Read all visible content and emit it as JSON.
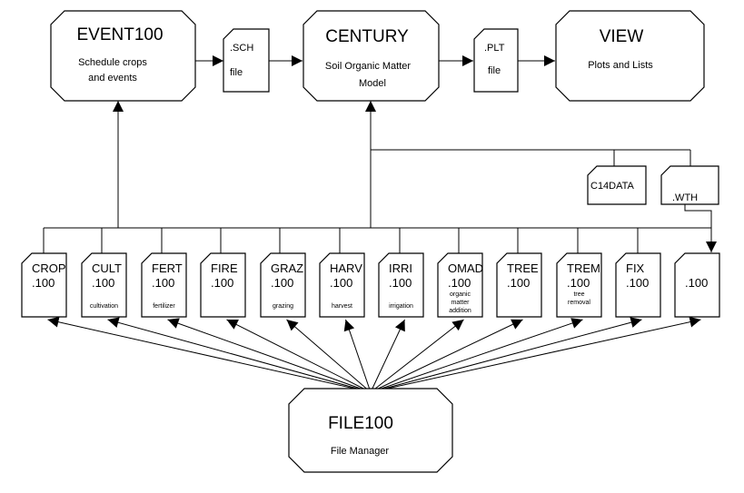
{
  "nodes": {
    "event100": {
      "title": "EVENT100",
      "line1": "Schedule crops",
      "line2": "and events"
    },
    "sch": {
      "name": ".SCH",
      "sub": "file"
    },
    "century": {
      "title": "CENTURY",
      "line1": "Soil Organic Matter",
      "line2": "Model"
    },
    "plt": {
      "name": ".PLT",
      "sub": "file"
    },
    "view": {
      "title": "VIEW",
      "line1": "Plots and Lists"
    },
    "c14data": {
      "name": "C14DATA"
    },
    "wth": {
      "name": ".WTH"
    },
    "file100": {
      "title": "FILE100",
      "line1": "File Manager"
    }
  },
  "files": [
    {
      "name": "CROP",
      "ext": ".100",
      "desc": []
    },
    {
      "name": "CULT",
      "ext": ".100",
      "desc": [
        "cultivation"
      ]
    },
    {
      "name": "FERT",
      "ext": ".100",
      "desc": [
        "fertilizer"
      ]
    },
    {
      "name": "FIRE",
      "ext": ".100",
      "desc": []
    },
    {
      "name": "GRAZ",
      "ext": ".100",
      "desc": [
        "grazing"
      ]
    },
    {
      "name": "HARV",
      "ext": ".100",
      "desc": [
        "harvest"
      ]
    },
    {
      "name": "IRRI",
      "ext": ".100",
      "desc": [
        "irrigation"
      ]
    },
    {
      "name": "OMAD",
      "ext": ".100",
      "desc": [
        "organic",
        "matter",
        "addition"
      ]
    },
    {
      "name": "TREE",
      "ext": ".100",
      "desc": []
    },
    {
      "name": "TREM",
      "ext": ".100",
      "desc": [
        "tree",
        "removal"
      ]
    },
    {
      "name": "FIX",
      "ext": ".100",
      "desc": []
    },
    {
      "name": "",
      "ext": ".100",
      "desc": []
    }
  ]
}
